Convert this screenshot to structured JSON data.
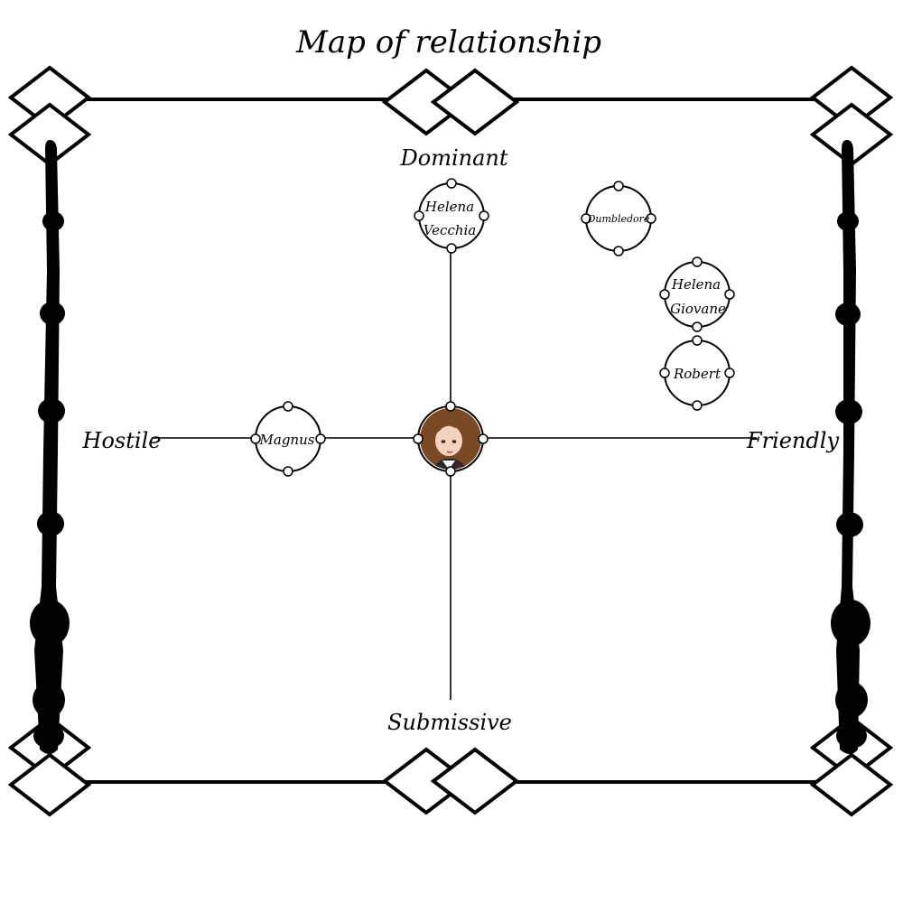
{
  "title": "Map of relationship",
  "axes": {
    "top": "Dominant",
    "bottom": "Submissive",
    "left": "Hostile",
    "right": "Friendly"
  },
  "center": {
    "name": "player-character-portrait",
    "icon": "portrait-icon",
    "hair_color": "#7a4a26",
    "skin_color": "#f3d2bf"
  },
  "nodes": [
    {
      "id": "helena-vecchia",
      "lines": [
        "Helena",
        "Vecchia"
      ]
    },
    {
      "id": "dumbledore",
      "lines": [
        "Dumbledore"
      ]
    },
    {
      "id": "helena-giovane",
      "lines": [
        "Helena",
        "Giovane"
      ]
    },
    {
      "id": "robert",
      "lines": [
        "Robert"
      ]
    },
    {
      "id": "magnus",
      "lines": [
        "Magnus"
      ]
    }
  ],
  "colors": {
    "ink": "#000000",
    "paper": "#ffffff"
  }
}
